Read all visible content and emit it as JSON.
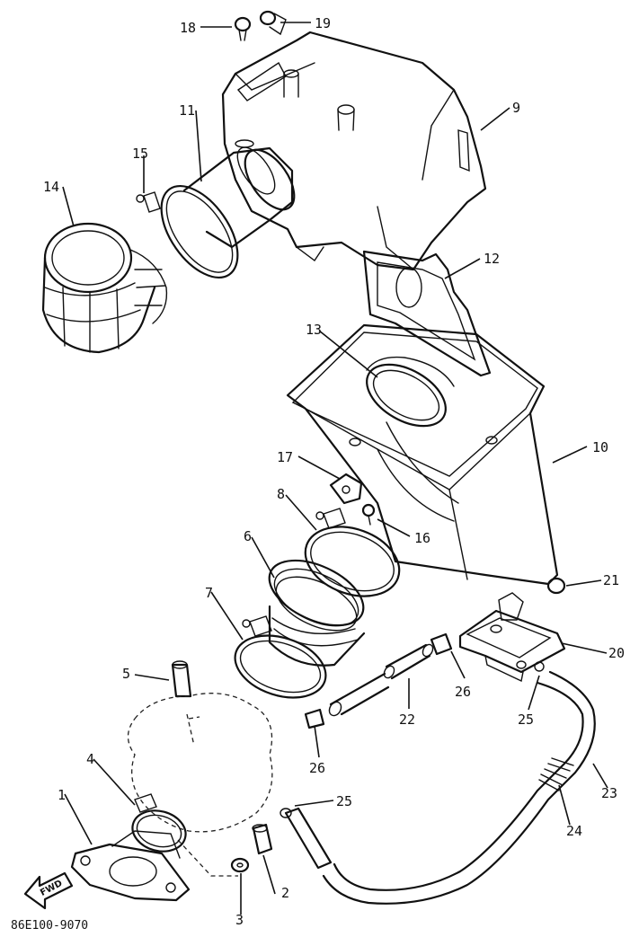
{
  "callouts": {
    "c1": "1",
    "c2": "2",
    "c3": "3",
    "c4": "4",
    "c5": "5",
    "c6": "6",
    "c7": "7",
    "c8": "8",
    "c9": "9",
    "c10": "10",
    "c11": "11",
    "c12": "12",
    "c13": "13",
    "c14": "14",
    "c15": "15",
    "c16": "16",
    "c17": "17",
    "c18": "18",
    "c19": "19",
    "c20": "20",
    "c21": "21",
    "c22": "22",
    "c23": "23",
    "c24": "24",
    "c25a": "25",
    "c25b": "25",
    "c26a": "26",
    "c26b": "26"
  },
  "direction_label": "FWD",
  "drawing_code": "86E100-9070"
}
